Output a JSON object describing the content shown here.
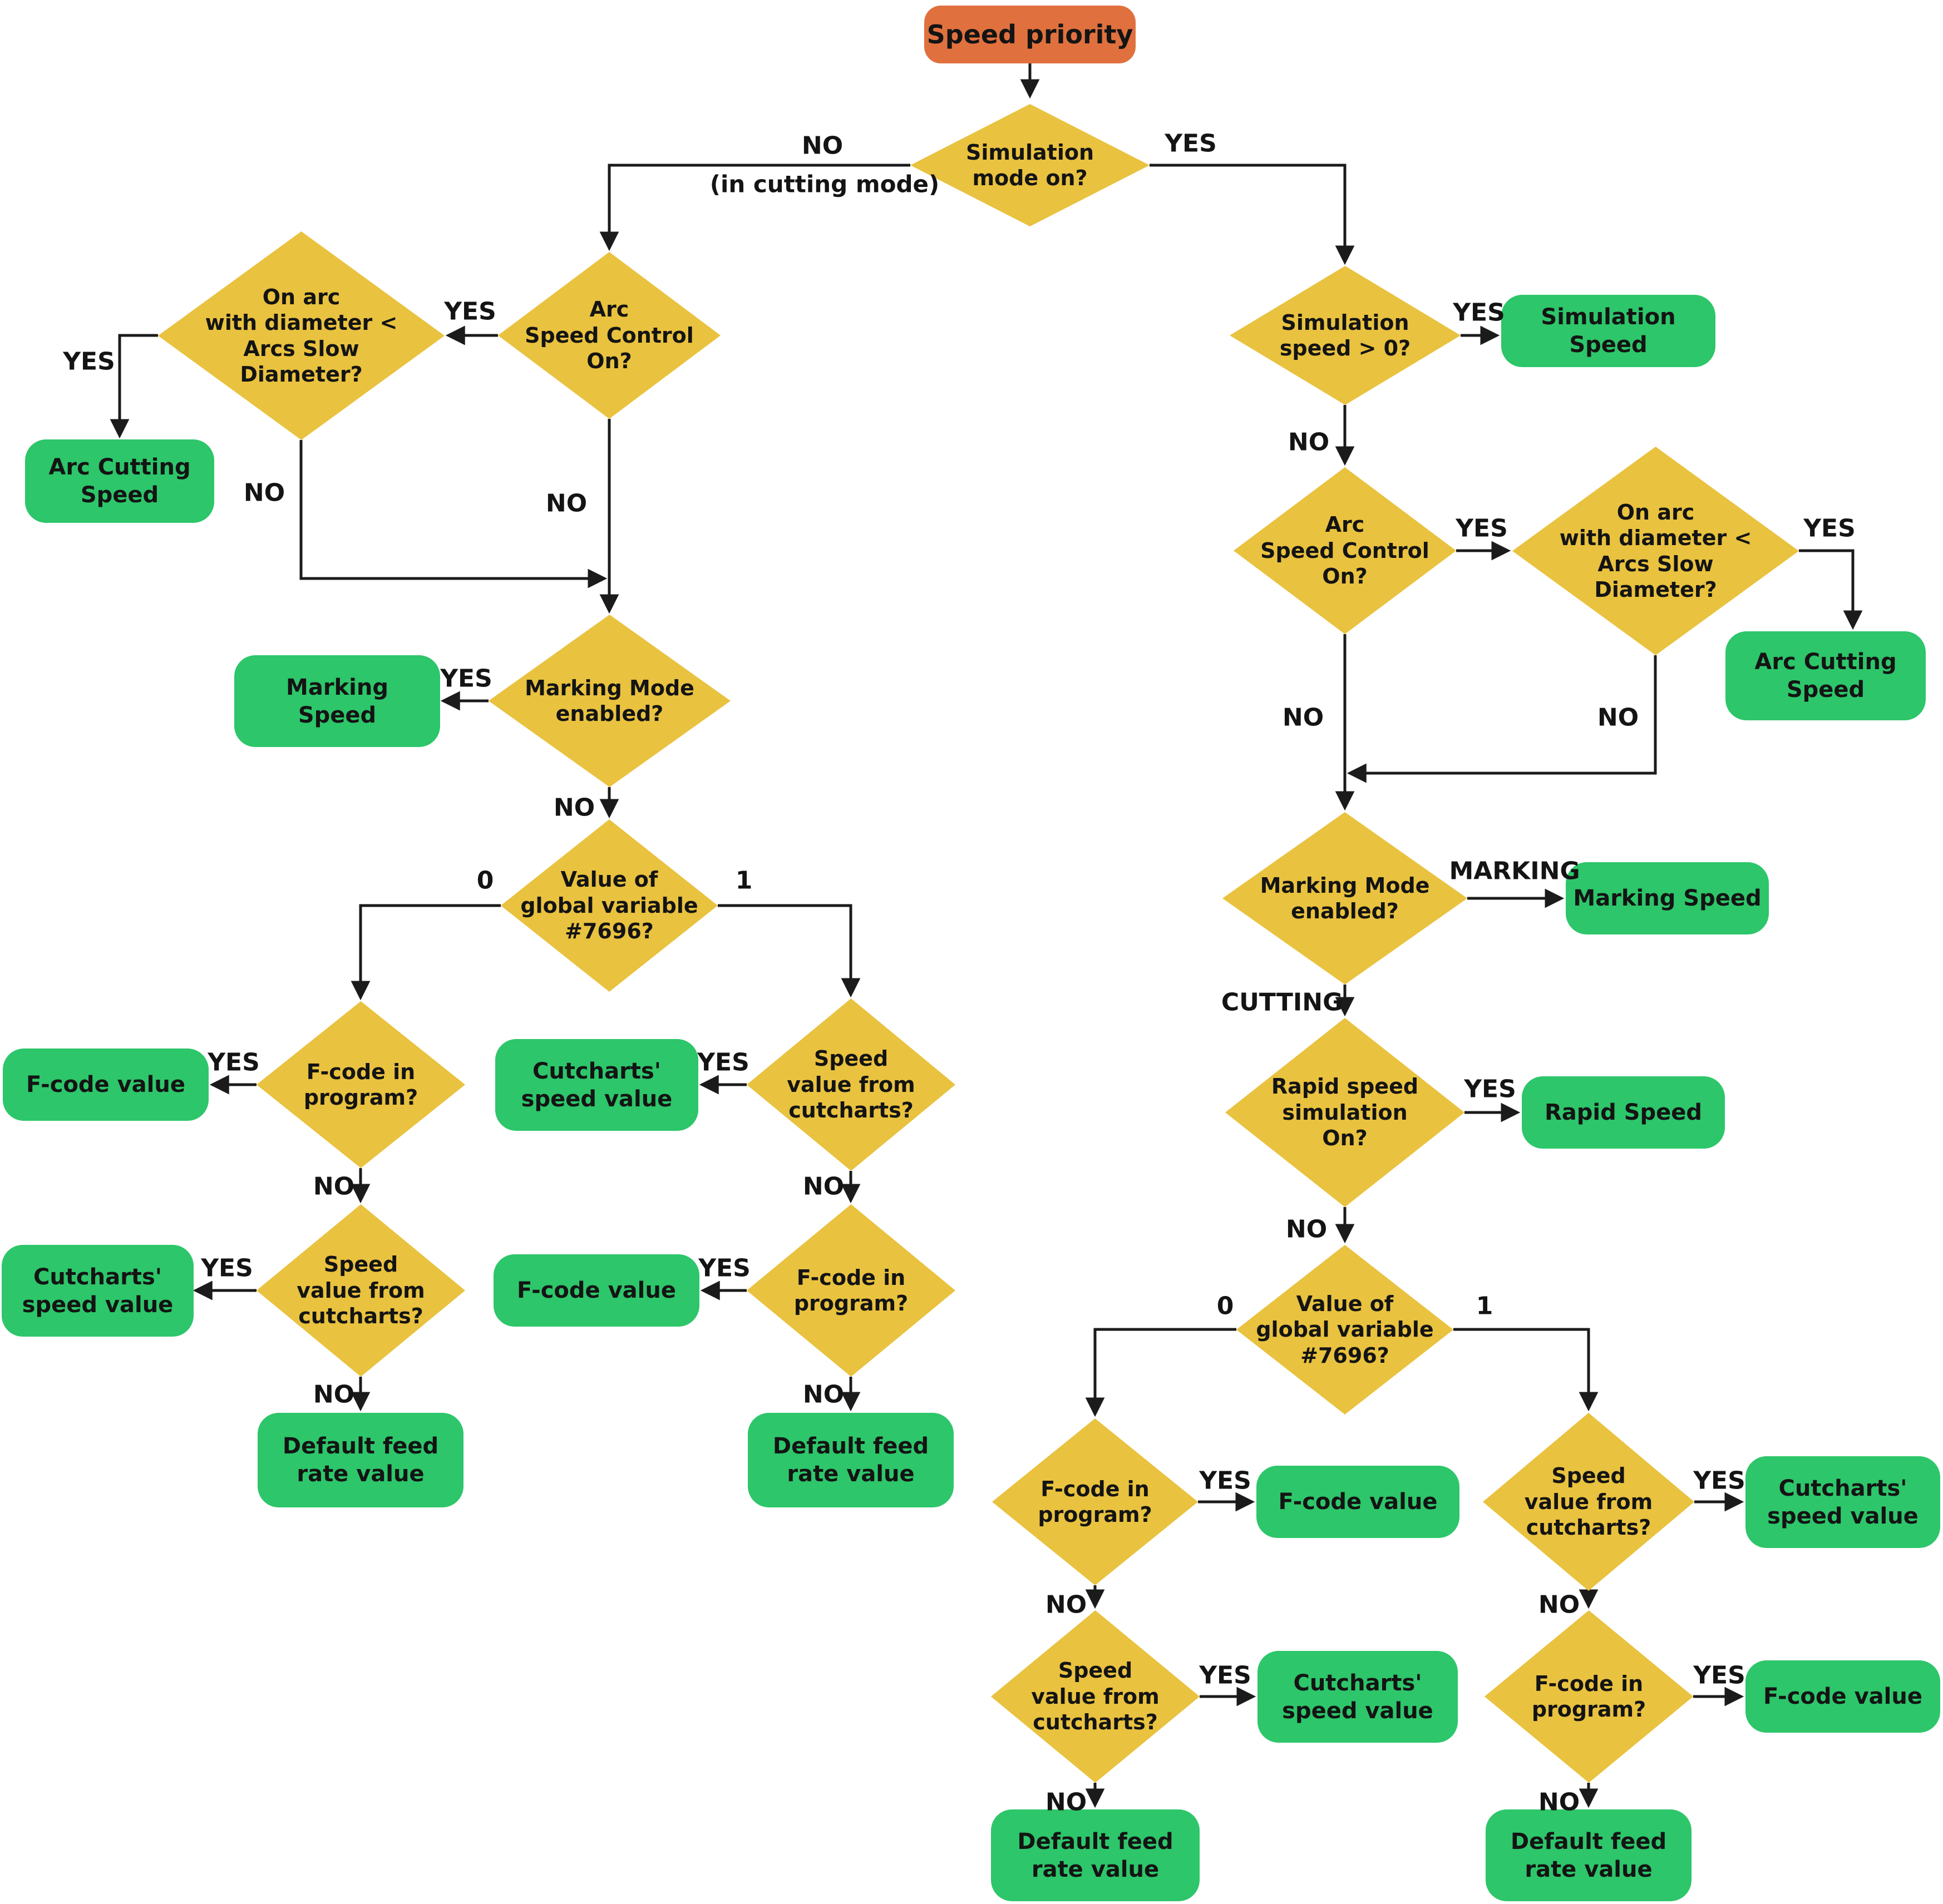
{
  "colors": {
    "start_fill": "#E0713E",
    "decision_fill": "#E9C23F",
    "result_fill": "#2DC66A",
    "line": "#1B1B1B",
    "text": "#141414",
    "background": "#FFFFFF"
  },
  "nodes": {
    "start": "Speed priority",
    "simulation_mode": "Simulation\nmode on?",
    "arc_speed_control": "Arc\nSpeed Control\nOn?",
    "on_arc_diameter": "On arc\nwith diameter <\nArcs Slow\nDiameter?",
    "arc_cutting_speed": "Arc Cutting\nSpeed",
    "marking_mode": "Marking Mode\nenabled?",
    "marking_speed_two_line": "Marking\nSpeed",
    "marking_speed": "Marking Speed",
    "value_global_7696": "Value of\nglobal variable\n#7696?",
    "simulation_speed_gt0": "Simulation\nspeed > 0?",
    "simulation_speed": "Simulation Speed",
    "rapid_speed_simulation": "Rapid speed\nsimulation\nOn?",
    "rapid_speed": "Rapid Speed",
    "f_code_in_program": "F-code in\nprogram?",
    "f_code_value": "F-code value",
    "speed_value_from_cutcharts": "Speed\nvalue from\ncutcharts?",
    "cutcharts_speed_value": "Cutcharts'\nspeed value",
    "default_feed_rate": "Default feed\nrate value"
  },
  "edge_labels": {
    "yes": "YES",
    "no": "NO",
    "in_cutting_mode": "(in cutting mode)",
    "marking": "MARKING",
    "cutting": "CUTTING",
    "zero": "0",
    "one": "1"
  }
}
